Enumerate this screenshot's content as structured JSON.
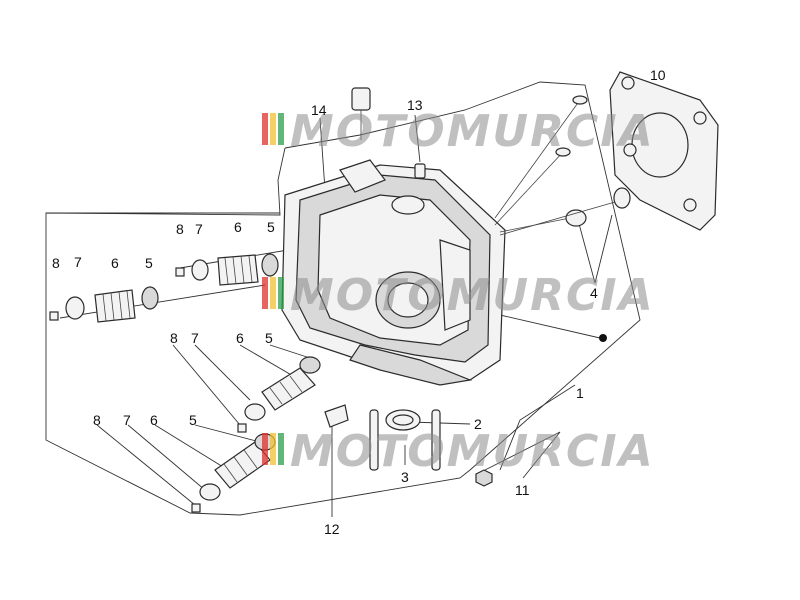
{
  "labels": {
    "l1": "1",
    "l2": "2",
    "l3": "3",
    "l4": "4",
    "l5a": "5",
    "l5b": "5",
    "l5c": "5",
    "l5d": "5",
    "l6a": "6",
    "l6b": "6",
    "l6c": "6",
    "l6d": "6",
    "l7a": "7",
    "l7b": "7",
    "l7c": "7",
    "l7d": "7",
    "l8a": "8",
    "l8b": "8",
    "l8c": "8",
    "l8d": "8",
    "l10": "10",
    "l11": "11",
    "l12": "12",
    "l13": "13",
    "l14": "14"
  },
  "watermark": {
    "text": "MOTOMURCIA",
    "stripe_colors": [
      "#e0302c",
      "#f2c230",
      "#2e9d4a"
    ]
  }
}
